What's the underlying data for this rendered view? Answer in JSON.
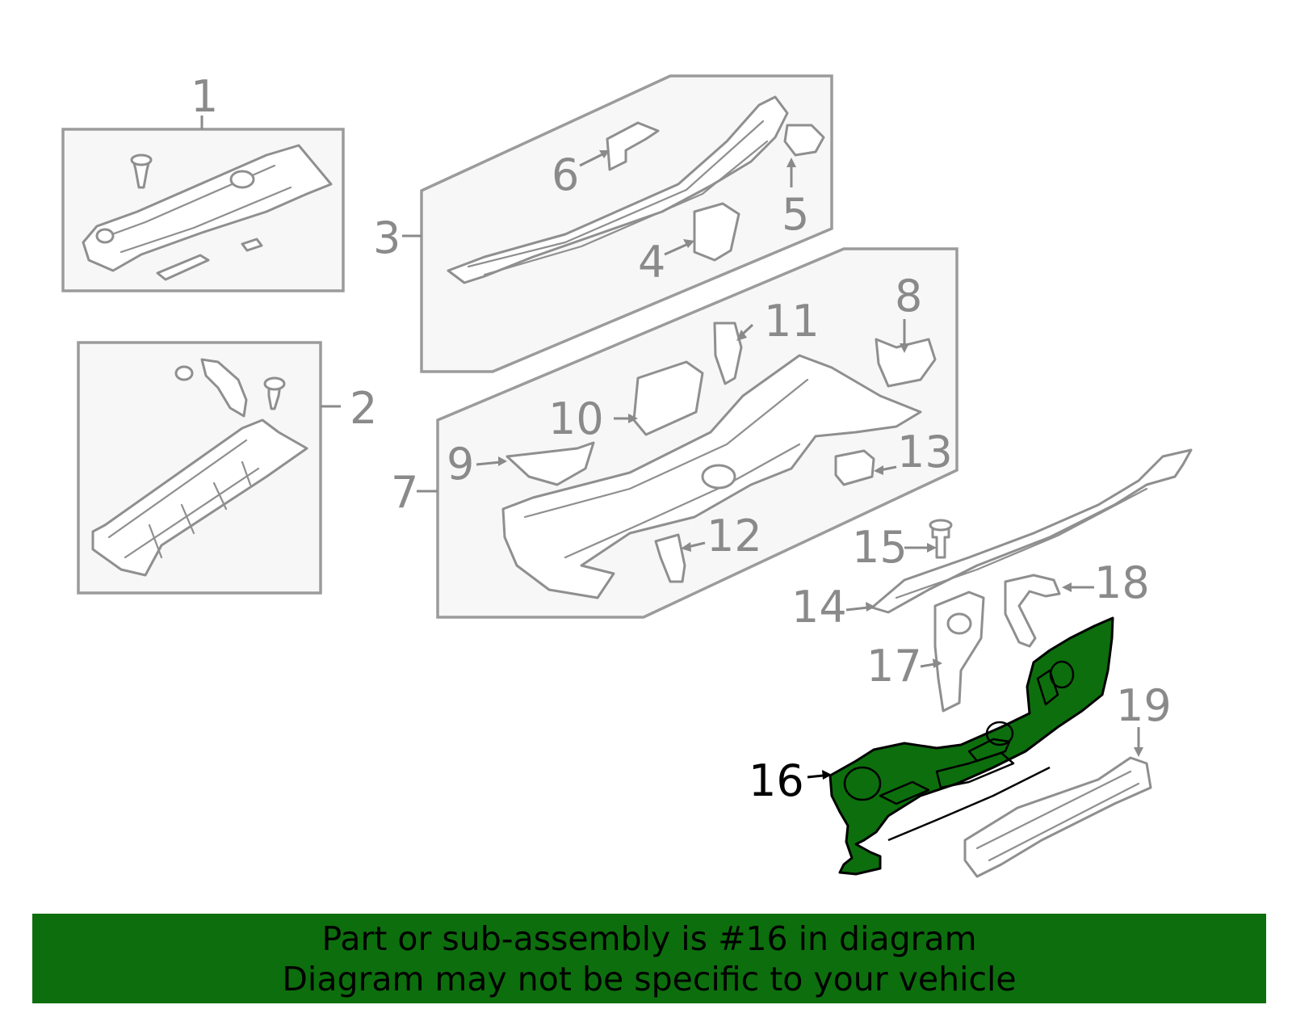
{
  "banner": {
    "line1": "Part or sub-assembly is #16 in diagram",
    "line2": "Diagram may not be specific to your vehicle",
    "background_color": "#0d6e0d"
  },
  "callouts": {
    "c1": "1",
    "c2": "2",
    "c3": "3",
    "c4": "4",
    "c5": "5",
    "c6": "6",
    "c7": "7",
    "c8": "8",
    "c9": "9",
    "c10": "10",
    "c11": "11",
    "c12": "12",
    "c13": "13",
    "c14": "14",
    "c15": "15",
    "c16": "16",
    "c17": "17",
    "c18": "18",
    "c19": "19"
  },
  "highlighted_part": "16",
  "colors": {
    "highlight_fill": "#0d6e0d",
    "line_art": "#8f8f8f",
    "callout_text": "#8a8a8a"
  }
}
